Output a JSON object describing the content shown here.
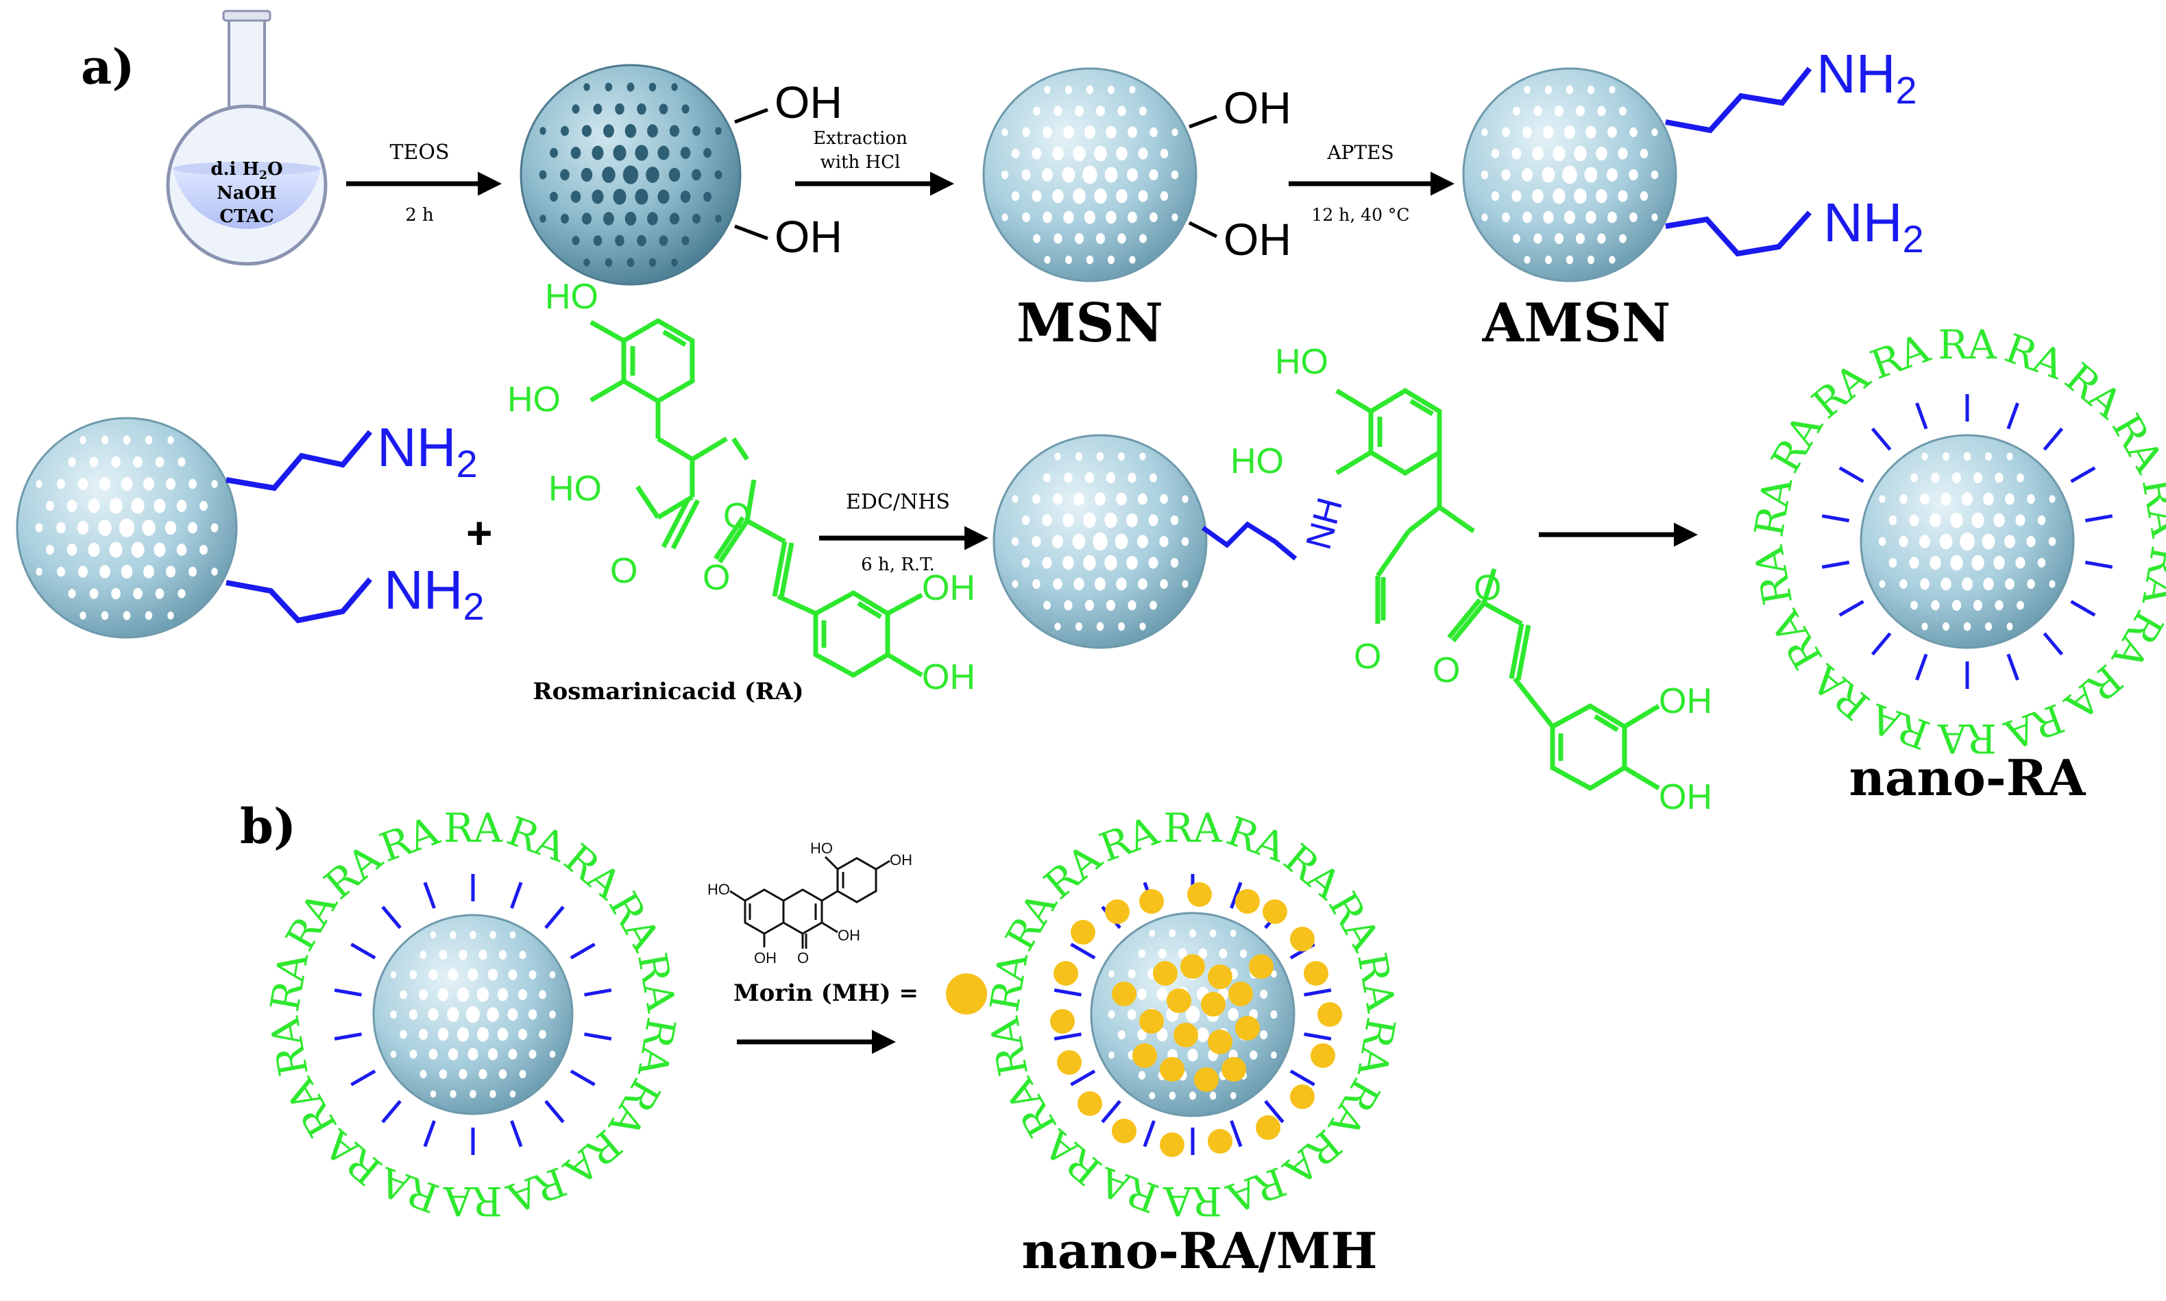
{
  "panel_labels": {
    "a": "a)",
    "b": "b)"
  },
  "flask": {
    "line1_prefix": "d.i H",
    "line1_sub": "2",
    "line1_suffix": "O",
    "line2": "NaOH",
    "line3": "CTAC"
  },
  "step1": {
    "reagent": "TEOS",
    "condition": "2 h"
  },
  "step2": {
    "line1": "Extraction",
    "line2": "with HCl"
  },
  "step3": {
    "reagent": "APTES",
    "condition": "12 h, 40 °C"
  },
  "step4": {
    "reagent": "EDC/NHS",
    "condition": "6 h, R.T."
  },
  "groups": {
    "oh": "OH",
    "nh2_main": "NH",
    "nh2_sub": "2",
    "ho": "HO",
    "o": "O",
    "nh": "NH",
    "plus": "+"
  },
  "labels": {
    "msn": "MSN",
    "amsn": "AMSN",
    "nano_ra": "nano-RA",
    "nano_ra_mh": "nano-RA/MH",
    "rosmarinic": "Rosmarinicacid (RA)",
    "morin": "Morin (MH) ="
  },
  "ra_text": "RA",
  "colors": {
    "green": "#2ee82e",
    "blue": "#1a1aee",
    "sphere_light": "#b6d6e2",
    "sphere_dark": "#2f5f74",
    "pore": "#ffffff",
    "gold": "#f6c11a"
  }
}
